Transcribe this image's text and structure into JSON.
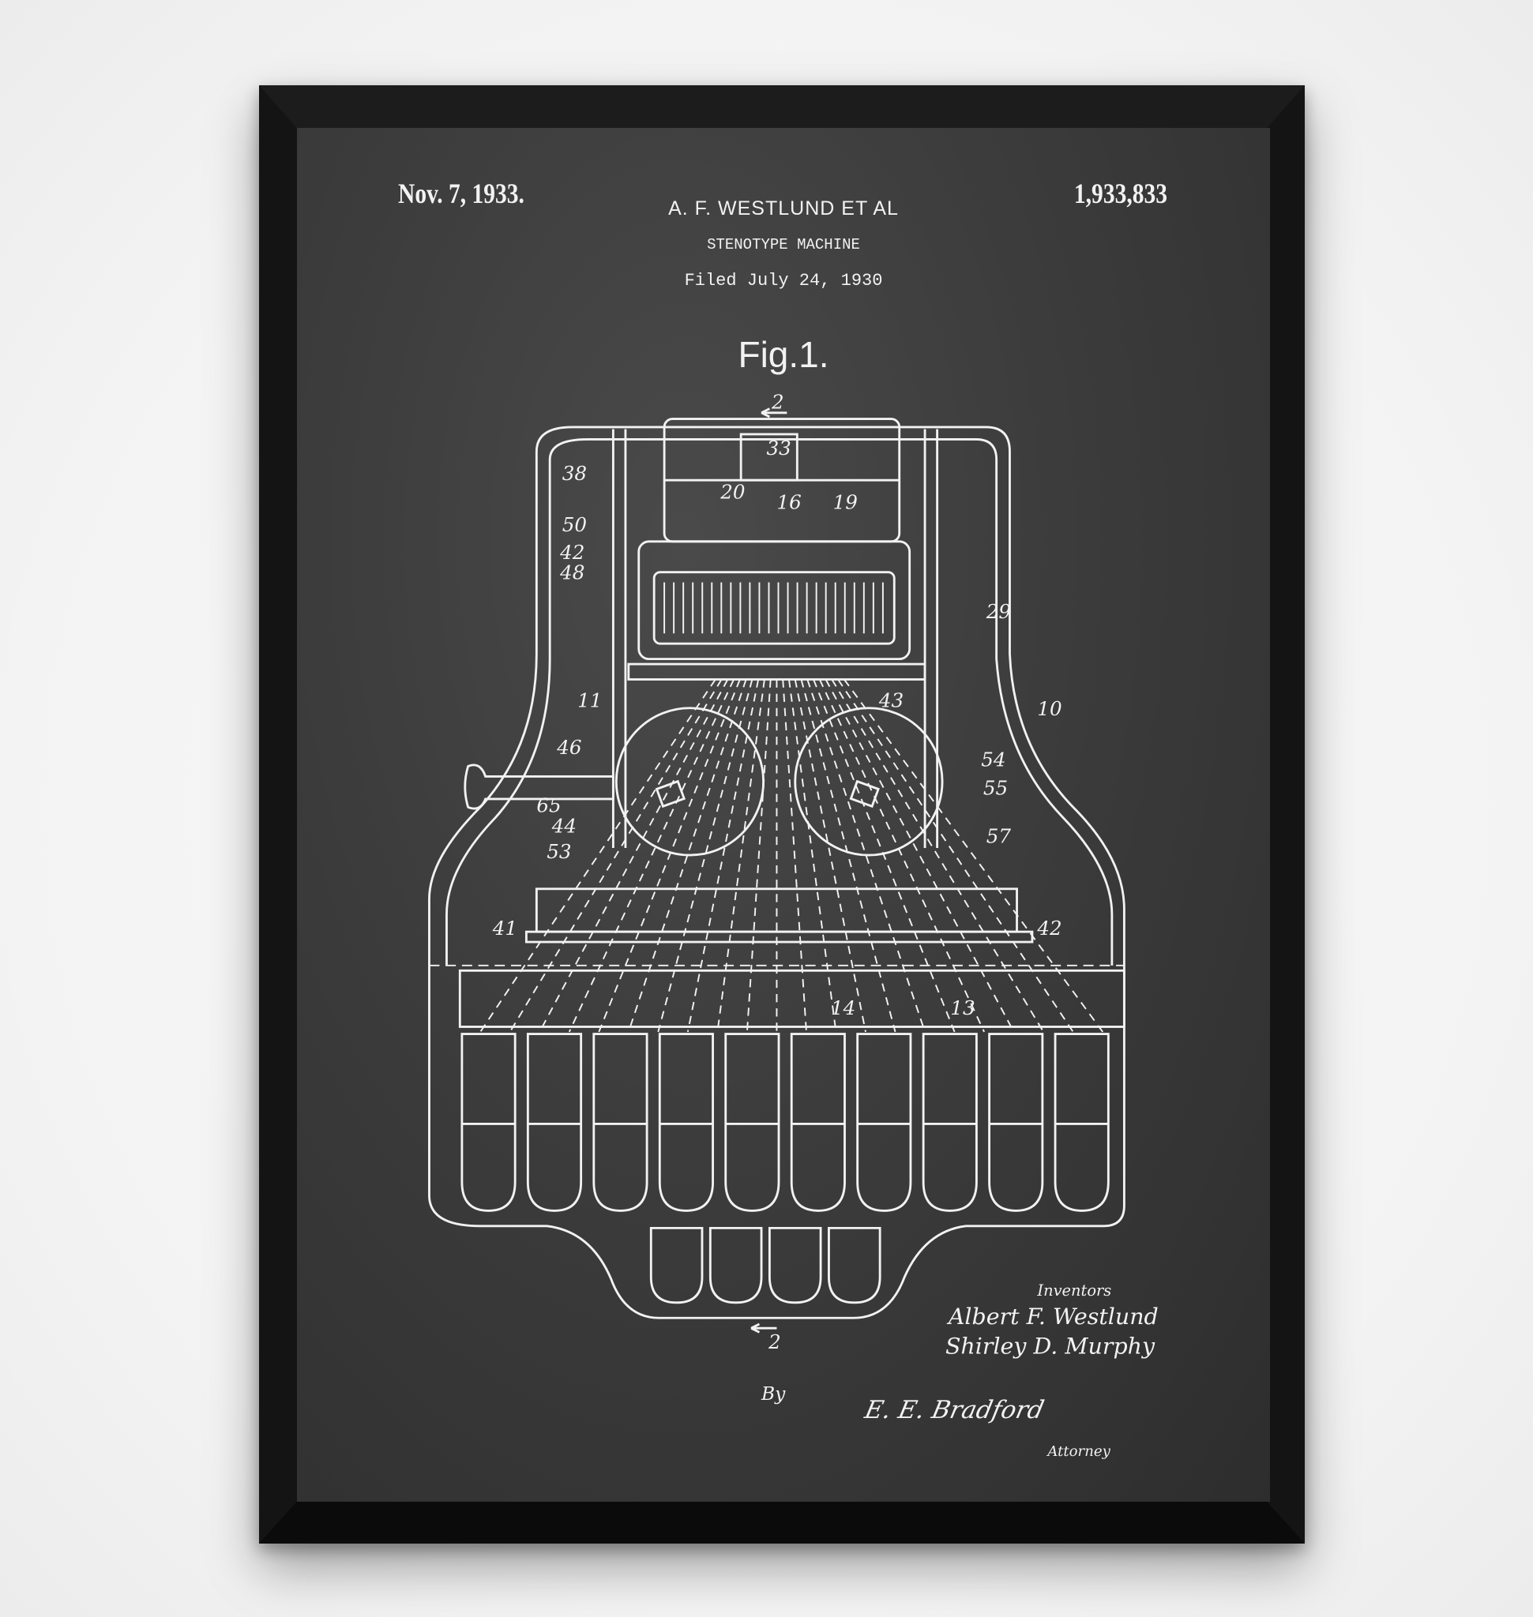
{
  "header": {
    "date": "Nov. 7, 1933.",
    "patent_number": "1,933,833",
    "inventor_name": "A. F. WESTLUND ET AL",
    "title": "STENOTYPE MACHINE",
    "filed": "Filed July 24, 1930"
  },
  "figure": {
    "label": "Fig.1.",
    "reference_numerals": [
      "2",
      "33",
      "38",
      "20",
      "16",
      "19",
      "50",
      "42",
      "48",
      "29",
      "11",
      "43",
      "10",
      "46",
      "54",
      "65",
      "55",
      "44",
      "53",
      "57",
      "41",
      "42",
      "14",
      "13",
      "2"
    ]
  },
  "signature_block": {
    "inventors_label": "Inventors",
    "inventor_1": "Albert F. Westlund",
    "inventor_2": "Shirley D. Murphy",
    "by_label": "By",
    "attorney_signature": "E. E. Bradford",
    "attorney_label": "Attorney"
  },
  "colors": {
    "chalkboard": "#3a3a3a",
    "frame": "#141414",
    "chalk": "#f2f2f2"
  }
}
